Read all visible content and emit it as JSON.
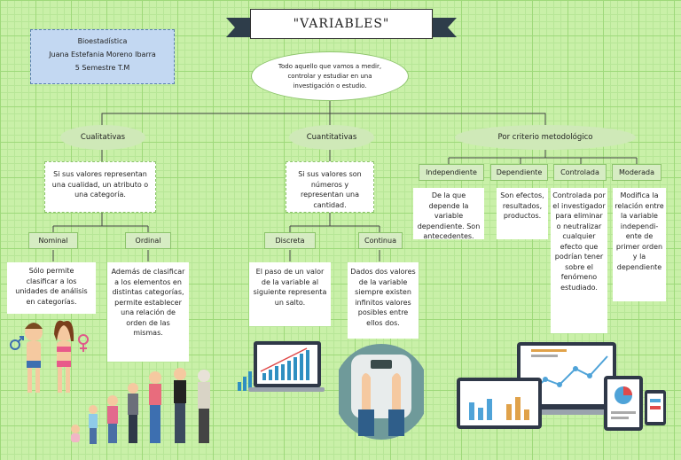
{
  "title": "\"VARIABLES\"",
  "info": {
    "line1": "Bioestadística",
    "line2": "Juana Estefania Moreno Ibarra",
    "line3": "5 Semestre T.M"
  },
  "definition": "Todo aquello que vamos a medir, controlar y estudiar en una investigación o estudio.",
  "categories": {
    "cualitativas": "Cualitativas",
    "cuantitativas": "Cuantitativas",
    "metodologico": "Por criterio metodológico"
  },
  "descriptions": {
    "cualitativas": "Si sus valores representan una cualidad, un atributo o una categoría.",
    "cuantitativas": "Si sus valores son números y representan una cantidad."
  },
  "subtypes": {
    "nominal": "Nominal",
    "ordinal": "Ordinal",
    "discreta": "Discreta",
    "continua": "Continua",
    "independiente": "Independiente",
    "dependiente": "Dependiente",
    "controlada": "Controlada",
    "moderada": "Moderada"
  },
  "texts": {
    "nominal": "Sólo permite clasificar a los unidades de análisis en categorías.",
    "ordinal": "Además de clasificar a los elementos en distintas categorías, permite establecer una relación de orden de las mismas.",
    "discreta": "El paso de un valor de la variable al siguiente representa un salto.",
    "continua": "Dados dos valores de la variable siempre existen infinitos valores posibles entre ellos dos.",
    "independiente": "De la que depende la variable dependiente. Son antecedentes.",
    "dependiente": "Son efectos, resultados, productos.",
    "controlada": "Controlada por el investigador para eliminar o neutralizar cualquier efecto que podrían tener sobre el fenómeno estudiado.",
    "moderada": "Modifica la relación entre la variable independi-ente de primer orden y la dependiente"
  },
  "colors": {
    "background": "#c9f0a8",
    "grid": "#9ed97a",
    "cloud": "#cfe9b8",
    "tag": "#d6ecc3",
    "info": "#c3d8f2"
  },
  "icons": [
    "male-symbol-icon",
    "female-symbol-icon",
    "family-illustration",
    "bar-chart-laptop-illustration",
    "scale-feet-illustration",
    "devices-dashboard-illustration"
  ]
}
